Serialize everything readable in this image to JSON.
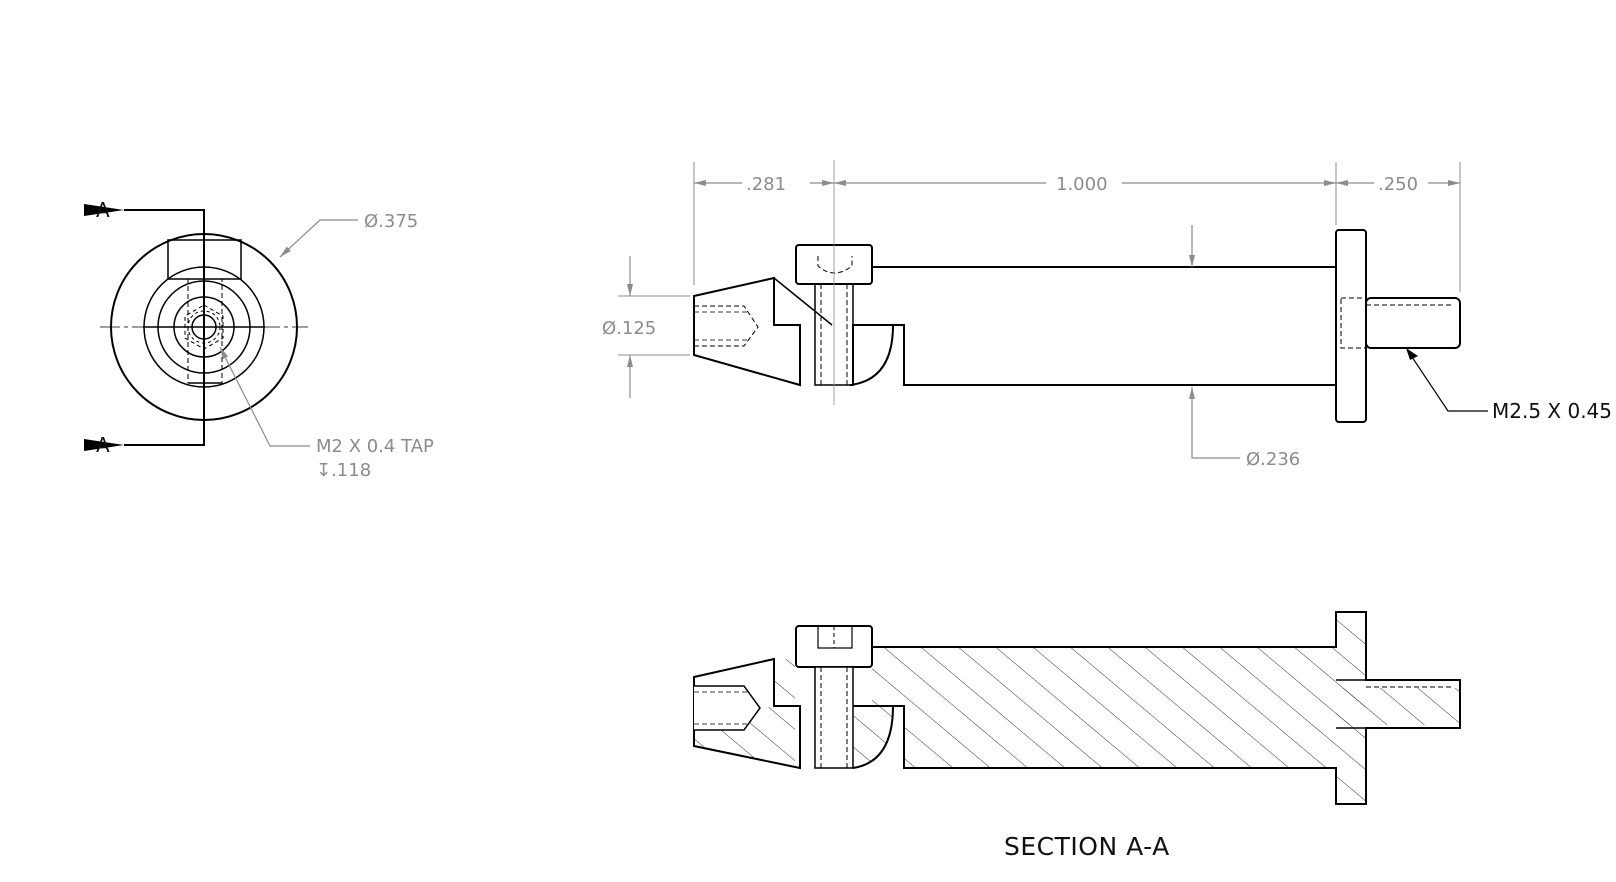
{
  "drawing": {
    "colors": {
      "geometry": "#000000",
      "annotation": "#8c8c8c",
      "background": "#ffffff"
    },
    "end_view": {
      "section_label_top": "A",
      "section_label_bottom": "A",
      "diameter_callout": "Ø.375",
      "tap_callout_line1": "M2 X 0.4 TAP",
      "tap_callout_line2": "↧.118"
    },
    "side_view": {
      "dim_left_length": ".281",
      "dim_body_length": "1.000",
      "dim_stud_length": ".250",
      "dim_tip_diameter": "Ø.125",
      "dim_body_diameter": "Ø.236",
      "thread_callout": "M2.5 X 0.45"
    },
    "section_view": {
      "title": "SECTION A-A"
    }
  }
}
